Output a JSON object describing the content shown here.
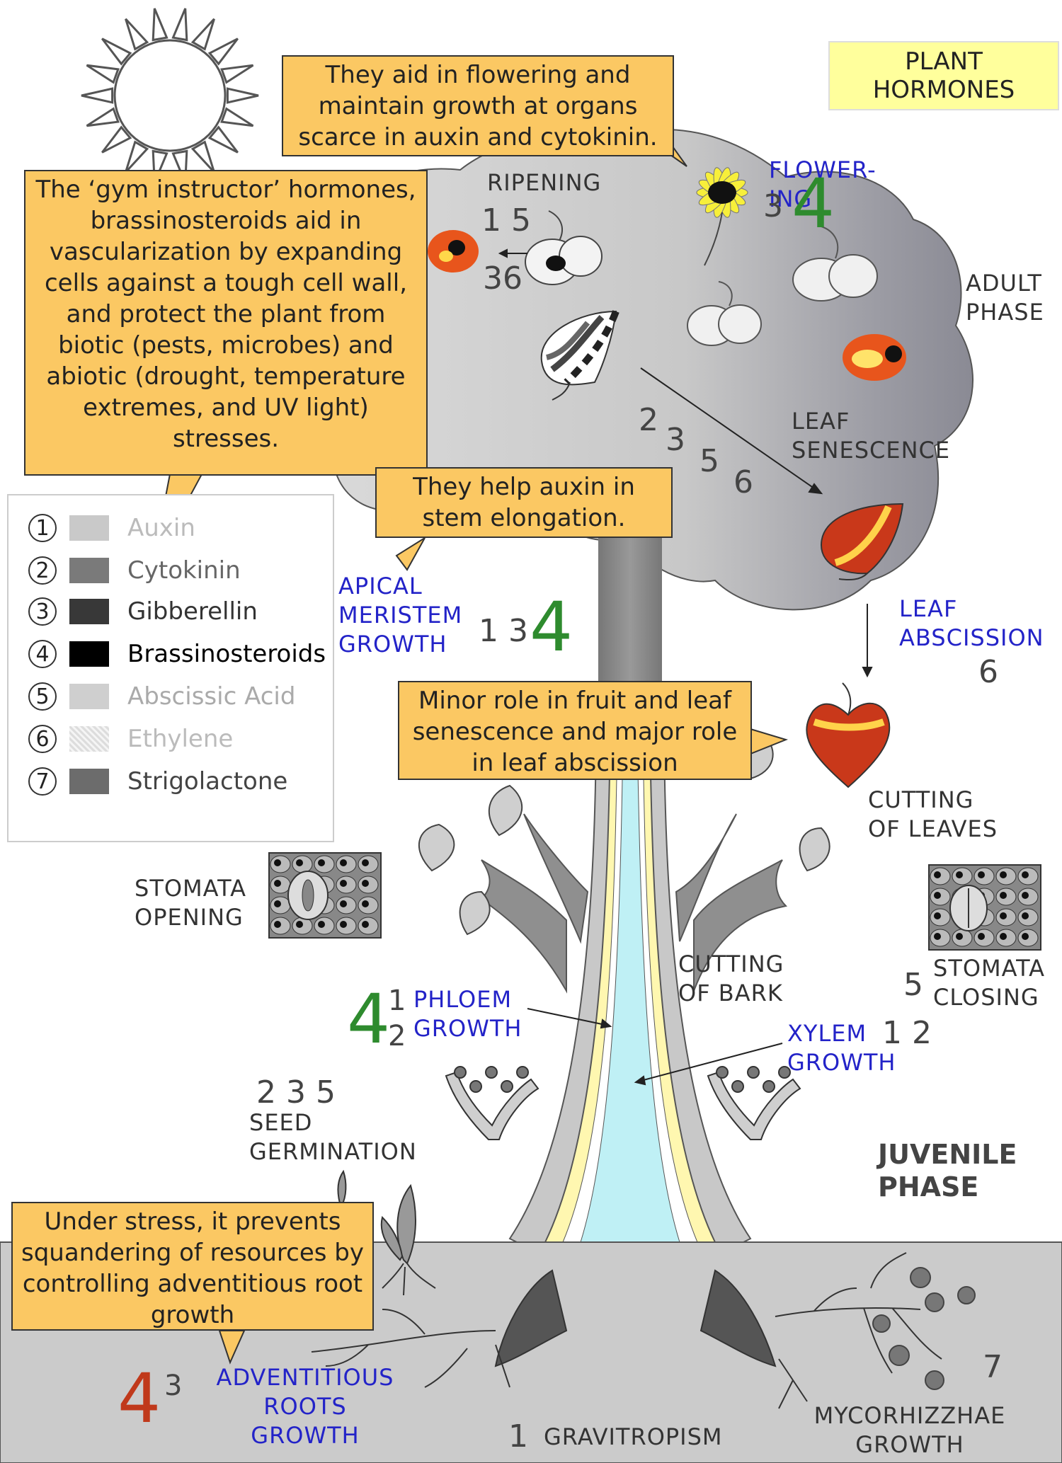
{
  "title": [
    "PLANT",
    "HORMONES"
  ],
  "phases": {
    "adult": [
      "ADULT",
      "PHASE"
    ],
    "juvenile": [
      "JUVENILE",
      "PHASE"
    ]
  },
  "legend": [
    {
      "num": "1",
      "name": "Auxin",
      "color": "#c9c9c9"
    },
    {
      "num": "2",
      "name": "Cytokinin",
      "color": "#7a7a7a"
    },
    {
      "num": "3",
      "name": "Gibberellin",
      "color": "#383838"
    },
    {
      "num": "4",
      "name": "Brassinosteroids",
      "color": "#000000"
    },
    {
      "num": "5",
      "name": "Abscissic Acid",
      "color": "#cfcfcf"
    },
    {
      "num": "6",
      "name": "Ethylene",
      "color": "#e8e8e8"
    },
    {
      "num": "7",
      "name": "Strigolactone",
      "color": "#6c6c6c"
    }
  ],
  "bubbles": {
    "flowering": "They aid in flowering and maintain growth at organs scarce in auxin and cytokinin.",
    "brassino": "The ‘gym instructor’ hormones, brassinosteroids aid in vascularization by expanding cells against a tough cell wall, and protect the plant from biotic (pests, microbes) and abiotic (drought, temperature extremes, and UV light) stresses.",
    "stem": "They help auxin in stem elongation.",
    "ethylene": "Minor role in fruit and leaf senescence and major role in leaf abscission",
    "strigo": "Under stress, it prevents squandering of resources by controlling adventitious root growth"
  },
  "labels": {
    "ripening": "RIPENING",
    "ripening_nums_top": "1 5",
    "ripening_nums_bottom": "36",
    "flowering": [
      "FLOWER-",
      "ING"
    ],
    "flowering_num": "3",
    "leaf_senescence": [
      "LEAF",
      "SENESCENCE"
    ],
    "senescence_nums": [
      "2",
      "3",
      "5",
      "6"
    ],
    "leaf_abscission": [
      "LEAF",
      "ABSCISSION"
    ],
    "abscission_num": "6",
    "apical": [
      "APICAL",
      "MERISTEM",
      "GROWTH"
    ],
    "apical_nums": "1 3",
    "cutting_leaves": [
      "CUTTING",
      "OF LEAVES"
    ],
    "stomata_opening": [
      "STOMATA",
      "OPENING"
    ],
    "stomata_closing": [
      "STOMATA",
      "CLOSING"
    ],
    "stomata_closing_num": "5",
    "cutting_bark": [
      "CUTTING",
      "OF BARK"
    ],
    "phloem": [
      "PHLOEM",
      "GROWTH"
    ],
    "phloem_nums": [
      "1",
      "2"
    ],
    "xylem": [
      "XYLEM",
      "GROWTH"
    ],
    "xylem_nums": "1 2",
    "seed_nums": "2  3  5",
    "seed": [
      "SEED",
      "GERMINATION"
    ],
    "adventitious": [
      "ADVENTITIOUS",
      "ROOTS",
      "GROWTH"
    ],
    "adventitious_sup": "3",
    "gravitropism": "GRAVITROPISM",
    "gravitropism_num": "1",
    "mycorrhizae": [
      "MYCORHIZZHAE",
      "GROWTH"
    ],
    "mycorrhizae_num": "7",
    "brassino_mark": "4"
  },
  "colors": {
    "bubble": "#fbc863",
    "blue_label": "#2323c8",
    "green_four": "#2e8b2e",
    "red_four": "#c0391b"
  }
}
